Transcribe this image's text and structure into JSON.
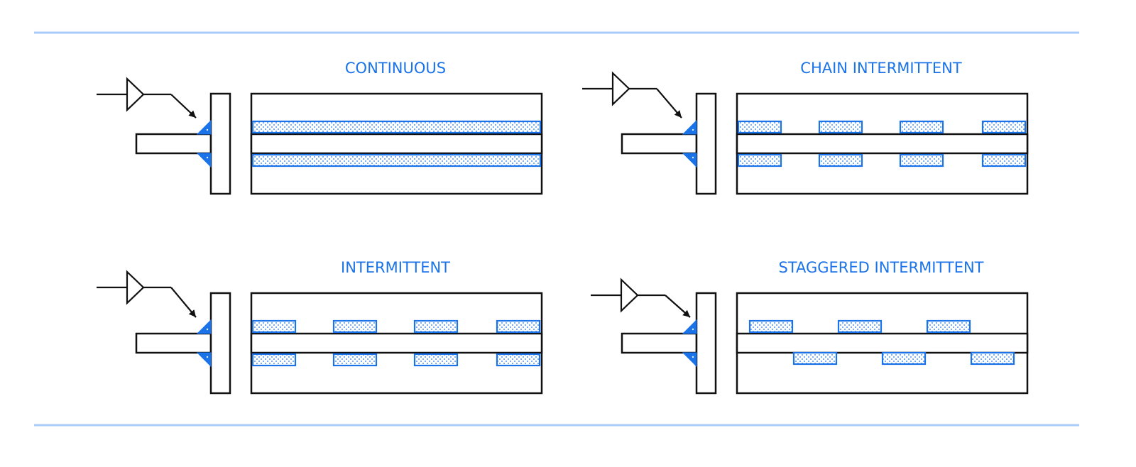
{
  "colors": {
    "weld_blue": "#1a73e8",
    "rule_blue": "#a8cbf7",
    "outline": "#111111"
  },
  "panels": [
    {
      "id": "continuous",
      "title": "CONTINUOUS",
      "pattern": "continuous"
    },
    {
      "id": "chain",
      "title": "CHAIN INTERMITTENT",
      "pattern": "chain"
    },
    {
      "id": "intermittent",
      "title": "INTERMITTENT",
      "pattern": "chain"
    },
    {
      "id": "staggered",
      "title": "STAGGERED INTERMITTENT",
      "pattern": "staggered"
    }
  ]
}
